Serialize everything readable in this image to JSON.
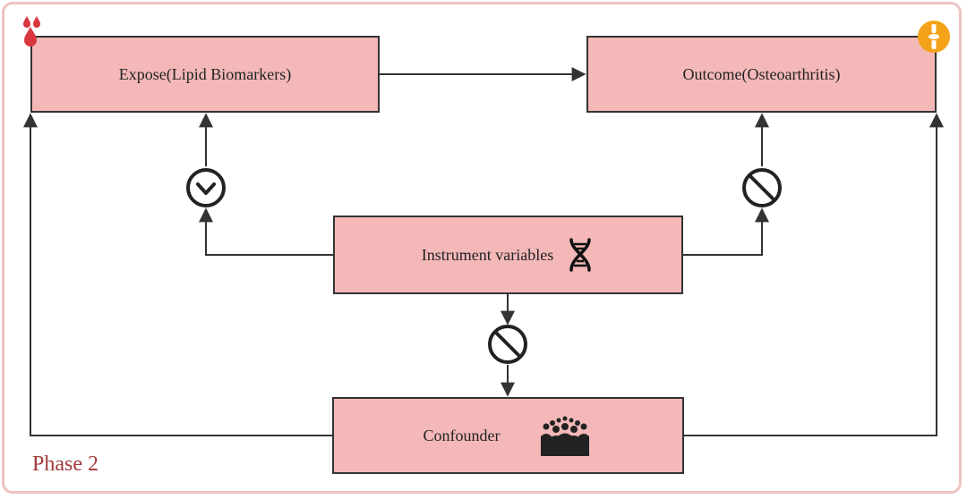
{
  "diagram": {
    "nodes": {
      "expose": {
        "label": "Expose(Lipid Biomarkers)"
      },
      "outcome": {
        "label": "Outcome(Osteoarthritis)"
      },
      "instrument": {
        "label": "Instrument variables"
      },
      "confounder": {
        "label": "Confounder"
      }
    },
    "phase_label": "Phase 2",
    "icons": {
      "expose_corner": "blood-drops-icon",
      "outcome_corner": "knee-joint-icon",
      "instrument": "dna-icon",
      "confounder": "crowd-icon",
      "iv_to_expose": "check-circle-icon",
      "iv_to_outcome": "prohibited-icon",
      "iv_to_confounder": "prohibited-icon"
    },
    "colors": {
      "node_fill": "#f4b8b8",
      "node_border": "#333333",
      "frame": "#f0c2c2",
      "phase_text": "#a23a3a",
      "blood": "#d9363e",
      "joint": "#f5a21b"
    }
  }
}
